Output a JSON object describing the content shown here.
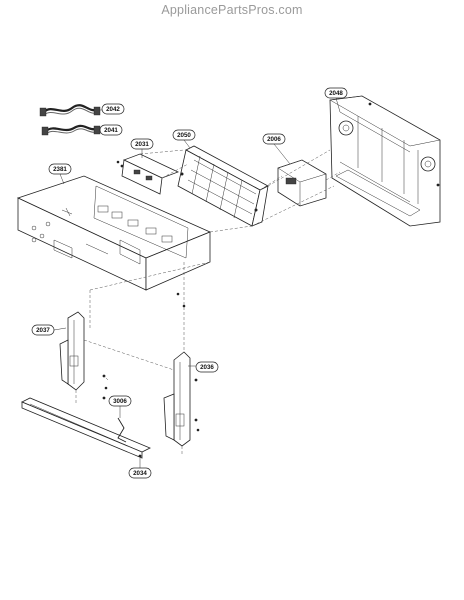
{
  "header": {
    "site": "AppliancePartsPros.com"
  },
  "parts": {
    "p2042": "2042",
    "p2041": "2041",
    "p2031": "2031",
    "p2050": "2050",
    "p2006": "2006",
    "p2048": "2048",
    "p2381": "2381",
    "p2037": "2037",
    "p2036": "2036",
    "p3006": "3006",
    "p2034": "2034"
  }
}
